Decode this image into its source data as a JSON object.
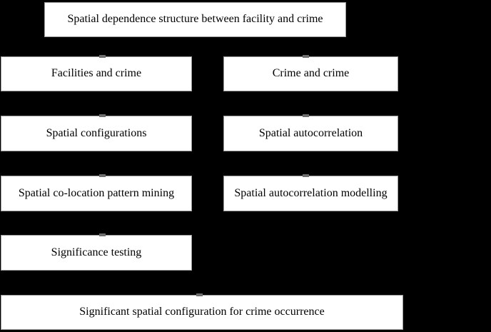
{
  "flowchart": {
    "title": "Spatial dependence structure between facility and crime",
    "left_branch": {
      "steps": [
        "Facilities and crime",
        "Spatial configurations",
        "Spatial co-location pattern mining",
        "Significance testing"
      ]
    },
    "right_branch": {
      "steps": [
        "Crime and crime",
        "Spatial autocorrelation",
        "Spatial autocorrelation modelling"
      ]
    },
    "result": "Significant spatial configuration for crime occurrence",
    "colors": {
      "background": "#000000",
      "node_fill": "#ffffff",
      "node_edge": "#999999",
      "text": "#000000"
    }
  }
}
